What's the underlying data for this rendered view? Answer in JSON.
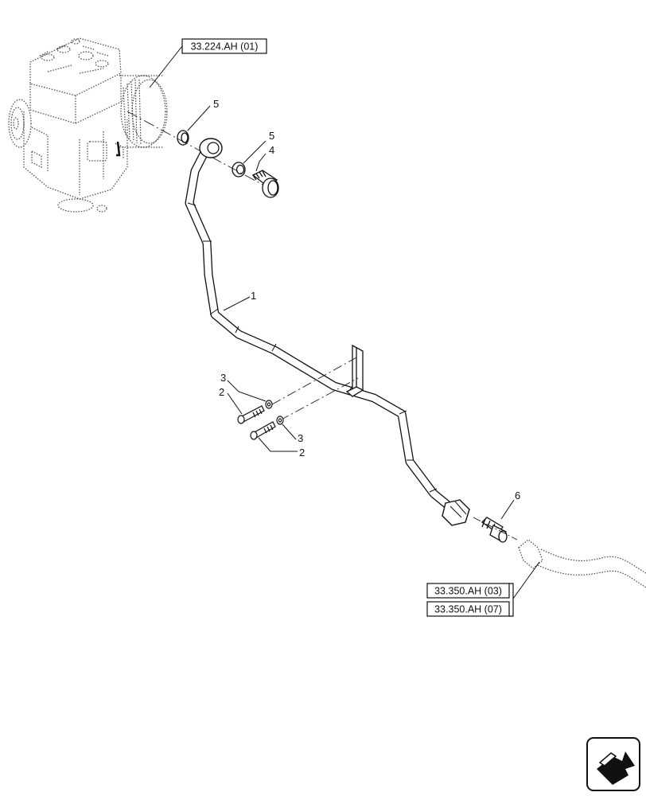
{
  "references": [
    {
      "id": "ref-33-224",
      "text": "33.224.AH (01)"
    },
    {
      "id": "ref-33-350-03",
      "text": "33.350.AH (03)"
    },
    {
      "id": "ref-33-350-07",
      "text": "33.350.AH (07)"
    }
  ],
  "callouts": [
    {
      "id": "callout-1",
      "text": "1"
    },
    {
      "id": "callout-2a",
      "text": "2"
    },
    {
      "id": "callout-2b",
      "text": "2"
    },
    {
      "id": "callout-3a",
      "text": "3"
    },
    {
      "id": "callout-3b",
      "text": "3"
    },
    {
      "id": "callout-4",
      "text": "4"
    },
    {
      "id": "callout-5a",
      "text": "5"
    },
    {
      "id": "callout-5b",
      "text": "5"
    },
    {
      "id": "callout-6",
      "text": "6"
    }
  ],
  "icons": {
    "nav": "next-page-arrow-icon"
  },
  "colors": {
    "line": "#111111",
    "dotted_context": "#444444"
  }
}
